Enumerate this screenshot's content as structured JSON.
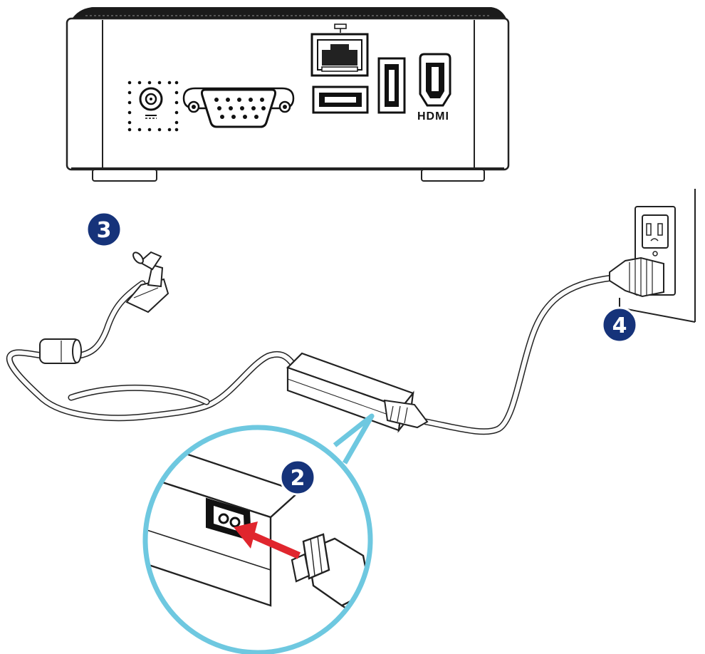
{
  "steps": [
    {
      "id": "step-2",
      "label": "2"
    },
    {
      "id": "step-3",
      "label": "3"
    },
    {
      "id": "step-4",
      "label": "4"
    }
  ],
  "ports": {
    "hdmi_label": "HDMI"
  },
  "colors": {
    "step_badge": "#16337a",
    "callout_ring": "#6ec8e0",
    "arrow": "#e0262e"
  },
  "icons": [
    "dc-in-port",
    "vga-port",
    "ethernet-port",
    "usb-port",
    "hdmi-port",
    "wall-outlet",
    "power-adapter",
    "ac-plug"
  ]
}
